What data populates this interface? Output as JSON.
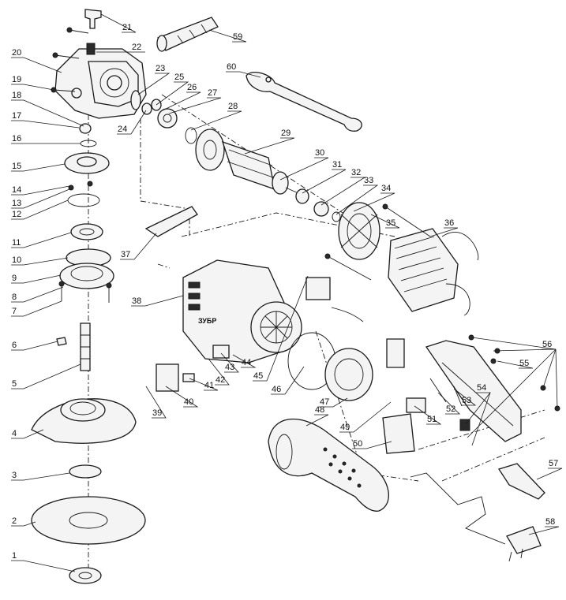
{
  "diagram": {
    "part_numbers": [
      "1",
      "2",
      "3",
      "4",
      "5",
      "6",
      "7",
      "8",
      "9",
      "10",
      "11",
      "12",
      "13",
      "14",
      "15",
      "16",
      "17",
      "18",
      "19",
      "20",
      "21",
      "22",
      "23",
      "24",
      "25",
      "26",
      "27",
      "28",
      "29",
      "30",
      "31",
      "32",
      "33",
      "34",
      "35",
      "36",
      "37",
      "38",
      "39",
      "40",
      "41",
      "42",
      "43",
      "44",
      "45",
      "46",
      "47",
      "48",
      "49",
      "50",
      "51",
      "52",
      "53",
      "54",
      "55",
      "56",
      "57",
      "58",
      "59",
      "60"
    ],
    "brand_mark": "ЗУБР"
  }
}
